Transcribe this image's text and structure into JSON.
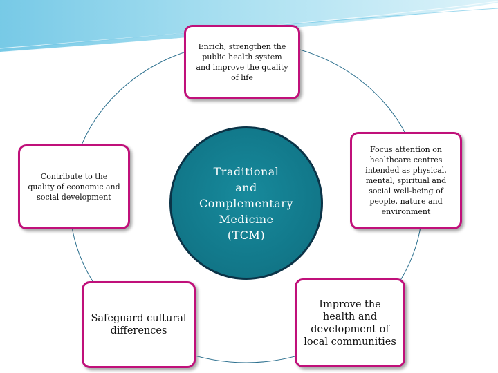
{
  "diagram": {
    "center": {
      "label": "Traditional\nand\nComplementary\nMedicine\n(TCM)"
    },
    "nodes": {
      "top": "Enrich, strengthen the\npublic health system\nand improve the quality\nof life",
      "left": "Contribute to the\nquality of economic and\nsocial development",
      "right": "Focus attention on\nhealthcare centres\nintended as physical,\nmental, spiritual and\nsocial well-being of\npeople, nature and\nenvironment",
      "bottom_left": "Safeguard cultural\ndifferences",
      "bottom_right": "Improve the\nhealth and\ndevelopment of\nlocal communities"
    }
  },
  "colors": {
    "box_border": "#c0107a",
    "center_fill": "#12798b",
    "ring_line": "#2b6f8e",
    "header_band": "#8fd3ea"
  }
}
